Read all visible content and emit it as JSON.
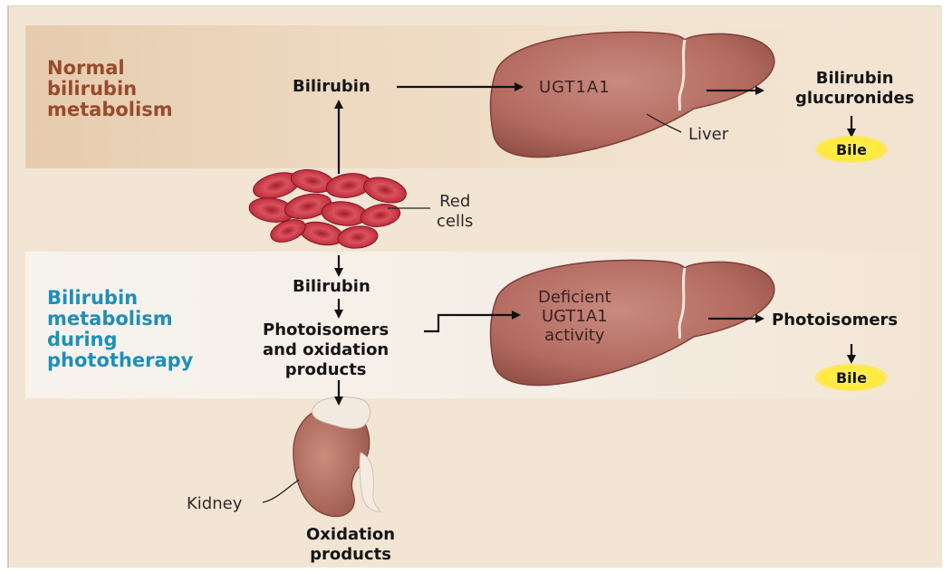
{
  "normal": {
    "section_title": "Normal\nbilirubin\nmetabolism",
    "bilirubin": "Bilirubin",
    "enzyme": "UGT1A1",
    "liver": "Liver",
    "product": "Bilirubin\nglucuronides",
    "bile": "Bile"
  },
  "red_cells": "Red\ncells",
  "phototherapy": {
    "section_title": "Bilirubin\nmetabolism\nduring\nphototherapy",
    "bilirubin": "Bilirubin",
    "photoisomers_products": "Photoisomers\nand oxidation\nproducts",
    "enzyme": "Deficient\nUGT1A1\nactivity",
    "product": "Photoisomers",
    "bile": "Bile",
    "kidney": "Kidney",
    "oxidation_products": "Oxidation\nproducts"
  },
  "colors": {
    "background": "#f3e5d3",
    "normal_title": "#9a4a2c",
    "photo_title": "#1e8fb8",
    "liver": "#b66a60",
    "red_cell": "#c8313f",
    "bile_highlight": "#ffe93a"
  }
}
